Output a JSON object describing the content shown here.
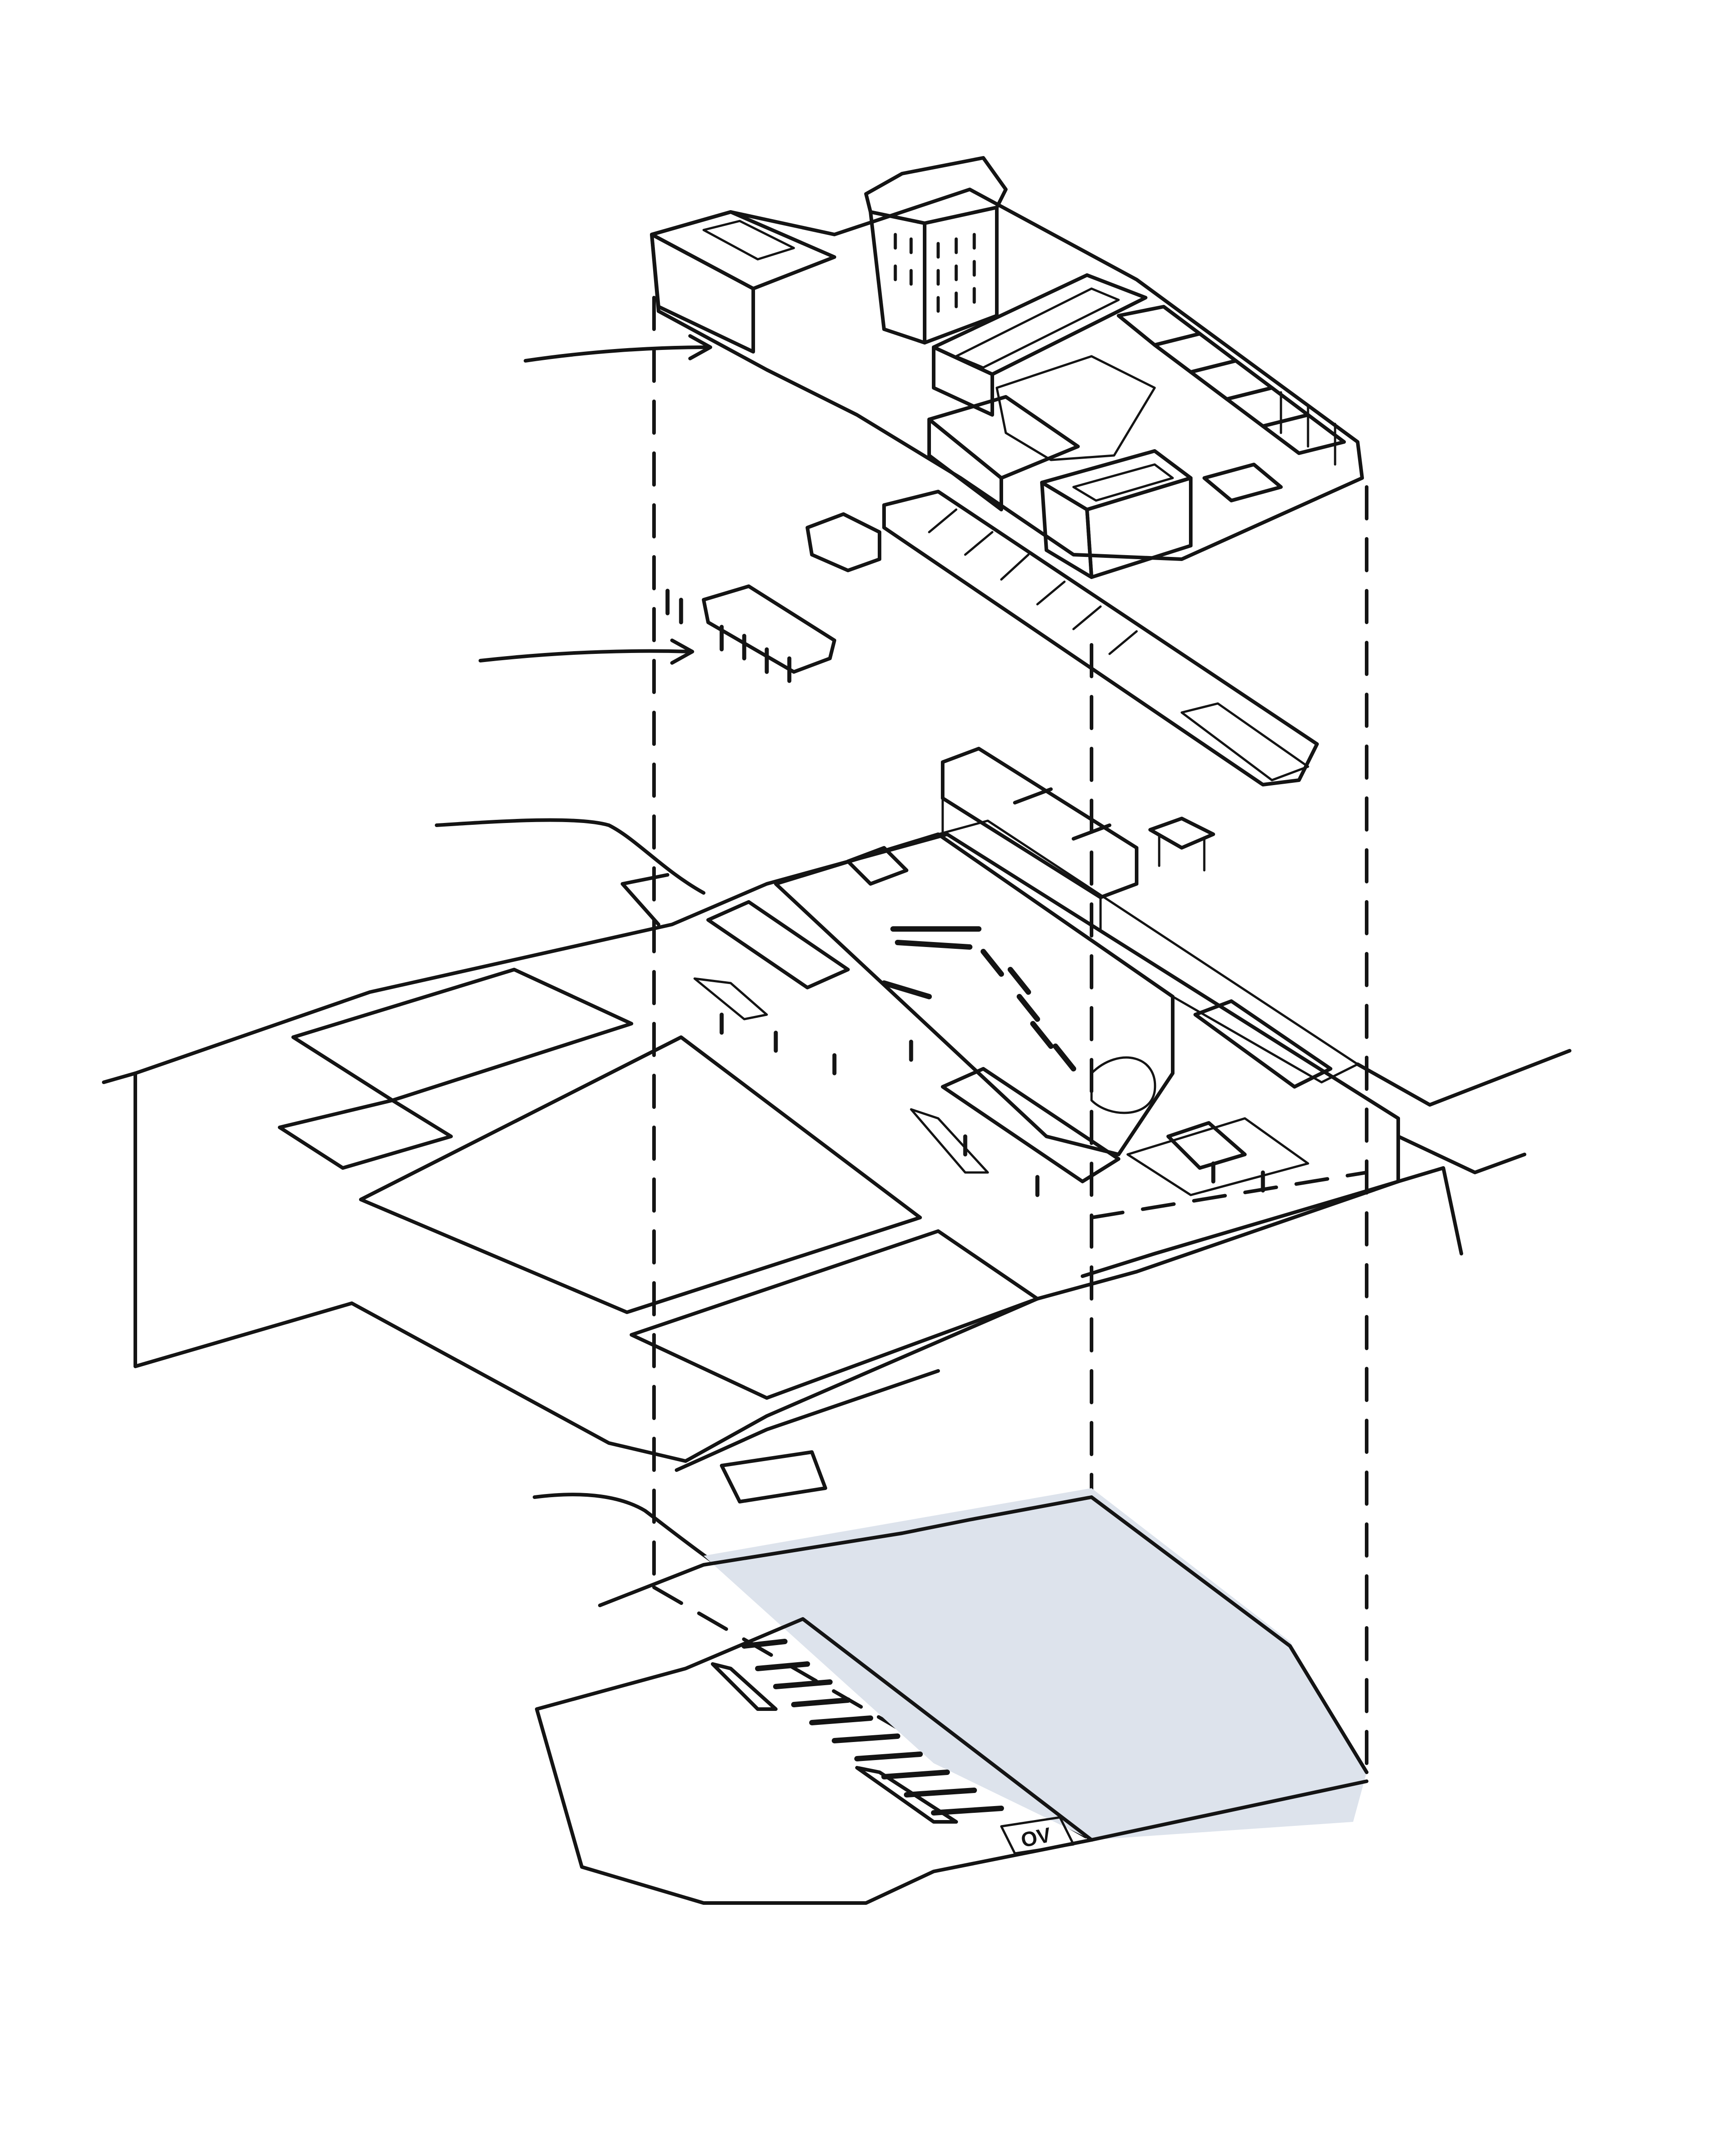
{
  "diagram": {
    "kind": "exploded axonometric site sketch",
    "layers": [
      "building-context",
      "roof-elements",
      "ground-plane",
      "basement-plane"
    ],
    "colors": {
      "paper": "#ffffff",
      "ink": "#141414",
      "path_yellow": "#f8e4a6",
      "roof_blue": "#4f86d8",
      "light_blue": "#a8c2e8",
      "olive": "#ccd2a4",
      "plaza_tan": "#e6d6bf",
      "brick_red": "#c8a0a0",
      "sky_grey": "#dde3ec",
      "parking_orange": "#f9d880",
      "teal_roof": "#8cc7d6"
    },
    "labels": {
      "parking_sign": "OV"
    }
  }
}
